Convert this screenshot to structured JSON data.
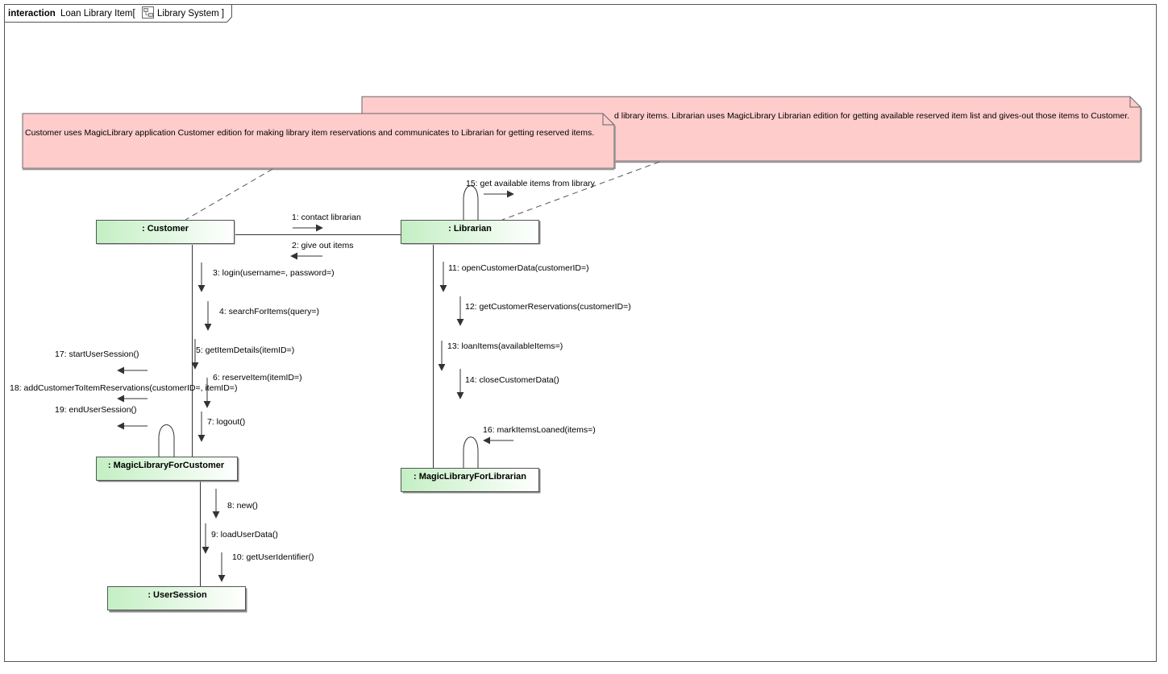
{
  "frame": {
    "keyword": "interaction",
    "name": "Loan Library Item[",
    "context": "Library System ]",
    "icon": "class-diagram-icon"
  },
  "notes": {
    "librarian": "d library items. Librarian uses MagicLibrary Librarian edition for getting available reserved item list and gives-out those items to Customer.",
    "customer": "Customer uses MagicLibrary application Customer edition for making library item reservations and communicates to Librarian for getting reserved items."
  },
  "lifelines": {
    "customer": ": Customer",
    "librarian": ": Librarian",
    "magic_customer": ": MagicLibraryForCustomer",
    "magic_librarian": ": MagicLibraryForLibrarian",
    "user_session": ": UserSession"
  },
  "messages": {
    "m1": "1: contact librarian",
    "m2": "2: give out items",
    "m3": "3: login(username=, password=)",
    "m4": "4: searchForItems(query=)",
    "m5": "5: getItemDetails(itemID=)",
    "m6": "6: reserveItem(itemID=)",
    "m7": "7: logout()",
    "m8": "8: new()",
    "m9": "9: loadUserData()",
    "m10": "10: getUserIdentifier()",
    "m11": "11: openCustomerData(customerID=)",
    "m12": "12: getCustomerReservations(customerID=)",
    "m13": "13: loanItems(availableItems=)",
    "m14": "14: closeCustomerData()",
    "m15": "15: get available items from library",
    "m16": "16: markItemsLoaned(items=)",
    "m17": "17: startUserSession()",
    "m18": "18: addCustomerToItemReservations(customerID=, itemID=)",
    "m19": "19: endUserSession()"
  },
  "colors": {
    "note_fill": "#ffcccc",
    "lifeline_fill_start": "#c8f0c8",
    "lifeline_fill_end": "#ffffff",
    "line": "#444444"
  }
}
